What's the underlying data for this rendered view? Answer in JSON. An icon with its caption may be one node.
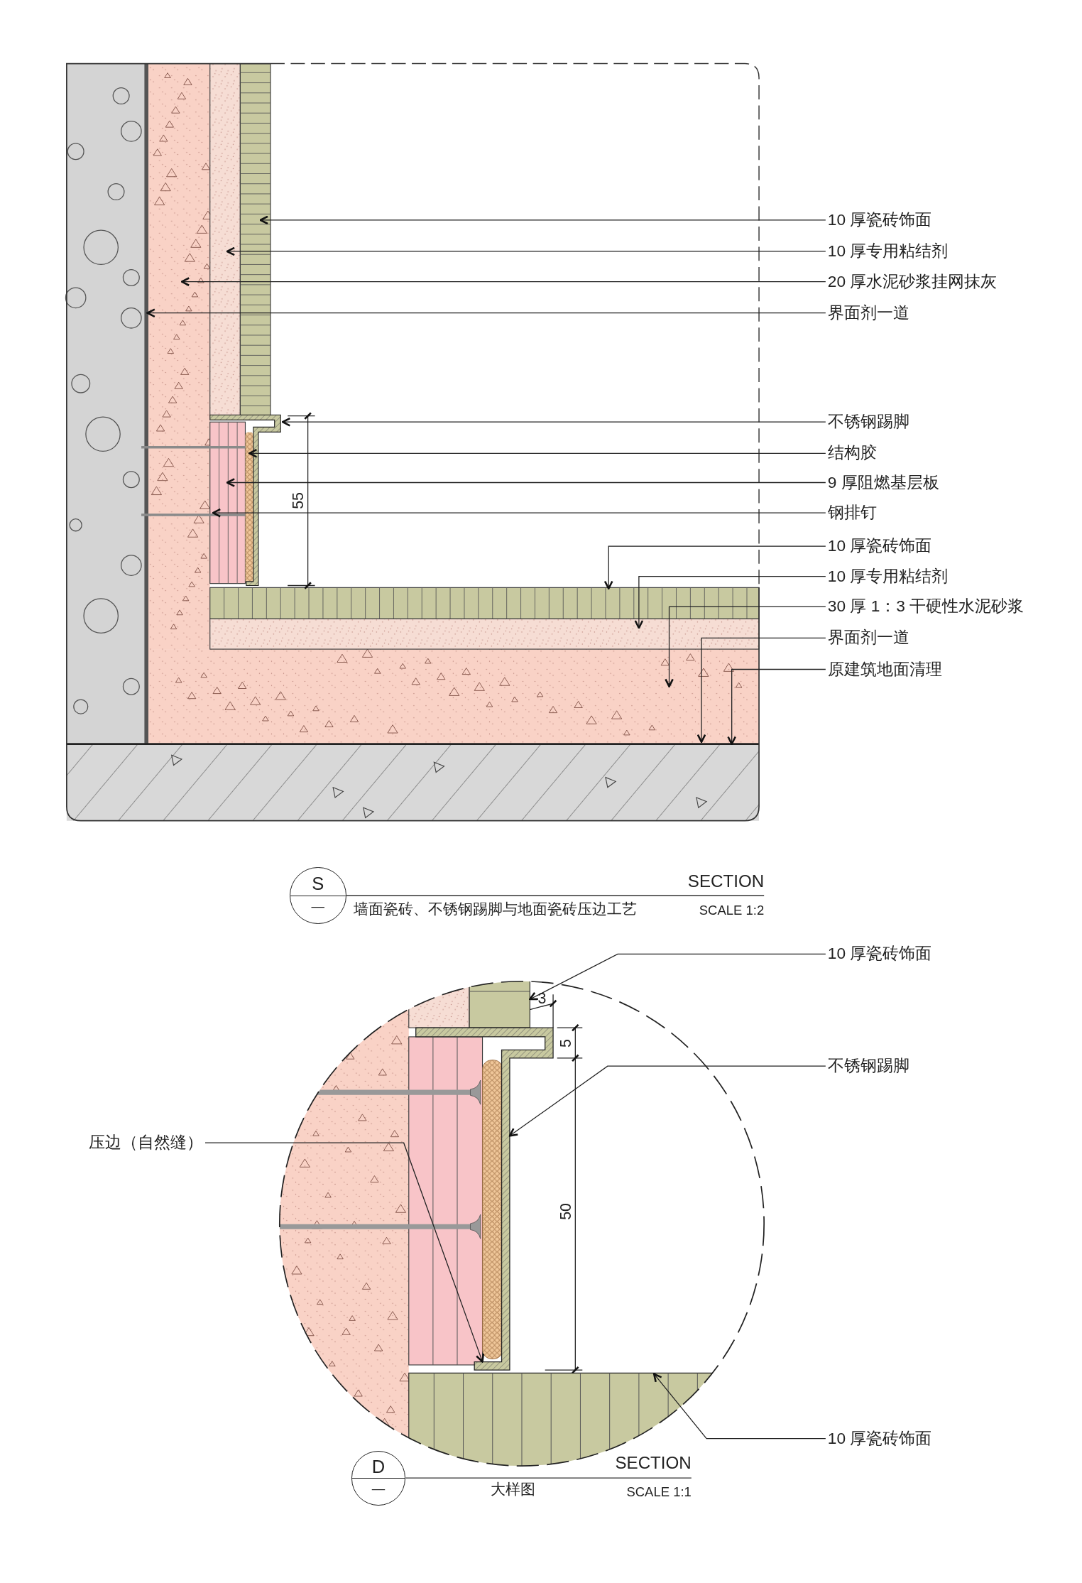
{
  "diagram": {
    "nodes": [
      {
        "text": [
          "10 厚瓷砖饰面"
        ]
      },
      {
        "text": [
          "10 厚专用粘结剂"
        ]
      },
      {
        "text": [
          "20 厚水泥砂浆挂网抹灰"
        ]
      },
      {
        "text": [
          "界面剂一道"
        ]
      },
      {
        "text": [
          "不锈钢踢脚"
        ]
      },
      {
        "text": [
          "结构胶"
        ]
      },
      {
        "text": [
          "9 厚阻燃基层板"
        ]
      },
      {
        "text": [
          "钢排钉"
        ]
      },
      {
        "text": [
          "10 厚瓷砖饰面"
        ]
      },
      {
        "text": [
          "10 厚专用粘结剂"
        ]
      },
      {
        "text": [
          "30 厚 1：3 干硬性水泥砂浆"
        ]
      },
      {
        "text": [
          "界面剂一道"
        ]
      },
      {
        "text": [
          "原建筑地面清理"
        ]
      },
      {
        "text": [
          "S",
          "—"
        ]
      },
      {
        "text": [
          "10 厚瓷砖饰面"
        ]
      },
      {
        "text": [
          "不锈钢踢脚"
        ]
      },
      {
        "text": [
          "压边（自然缝）"
        ]
      },
      {
        "text": [
          "10 厚瓷砖饰面"
        ]
      },
      {
        "text": [
          "D",
          "—"
        ]
      },
      {
        "text": [],
        "shape": "box"
      },
      {
        "text": [],
        "shape": "bar"
      },
      {
        "text": [],
        "shape": "box"
      }
    ],
    "edges": [
      {
        "from": 0,
        "to": null,
        "arrow": "to"
      },
      {
        "from": 1,
        "to": null,
        "arrow": "to"
      },
      {
        "from": 2,
        "to": null,
        "arrow": "to"
      },
      {
        "from": 3,
        "to": null,
        "arrow": "to"
      },
      {
        "from": 4,
        "to": null,
        "arrow": "to"
      },
      {
        "from": 5,
        "to": null,
        "arrow": "to"
      },
      {
        "from": 6,
        "to": null,
        "arrow": "to"
      },
      {
        "from": 7,
        "to": null,
        "arrow": "to"
      },
      {
        "from": 8,
        "to": null,
        "arrow": "to"
      },
      {
        "from": 9,
        "to": null,
        "arrow": "to"
      },
      {
        "from": 10,
        "to": null,
        "arrow": "to"
      },
      {
        "from": 11,
        "to": null,
        "arrow": "to"
      },
      {
        "from": 12,
        "to": null,
        "arrow": "to"
      },
      {
        "from": 14,
        "to": 19,
        "arrow": "to"
      },
      {
        "from": 15,
        "to": 20,
        "arrow": "to"
      },
      {
        "from": 16,
        "to": 20,
        "arrow": "to"
      },
      {
        "from": 17,
        "to": 21,
        "arrow": "to"
      }
    ],
    "labels": [
      "55",
      "SECTION",
      "墙面瓷砖、不锈钢踢脚与地面瓷砖压边工艺",
      "SCALE 1:2",
      "3",
      "5",
      "50",
      "SECTION",
      "大样图",
      "SCALE 1:1"
    ]
  }
}
